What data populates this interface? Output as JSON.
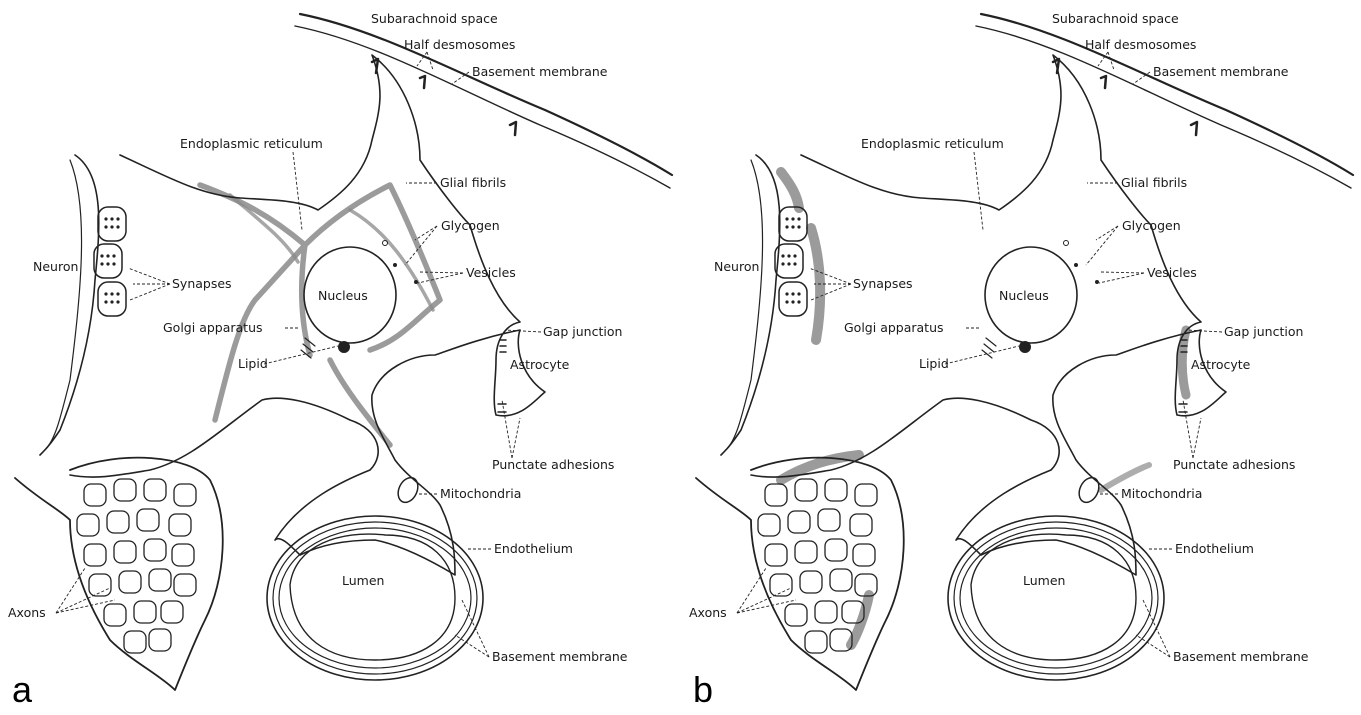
{
  "panels": [
    {
      "letter": "a",
      "labels": {
        "subarachnoid": "Subarachnoid space",
        "half_desmosomes": "Half desmosomes",
        "basement_top": "Basement membrane",
        "er": "Endoplasmic reticulum",
        "glial_fibrils": "Glial fibrils",
        "glycogen": "Glycogen",
        "vesicles": "Vesicles",
        "neuron": "Neuron",
        "synapses": "Synapses",
        "nucleus": "Nucleus",
        "golgi": "Golgi apparatus",
        "gap_junction": "Gap junction",
        "lipid": "Lipid",
        "astrocyte": "Astrocyte",
        "punctate": "Punctate adhesions",
        "mitochondria": "Mitochondria",
        "endothelium": "Endothelium",
        "lumen": "Lumen",
        "axons": "Axons",
        "basement_bottom": "Basement membrane"
      }
    },
    {
      "letter": "b",
      "labels": {
        "subarachnoid": "Subarachnoid space",
        "half_desmosomes": "Half desmosomes",
        "basement_top": "Basement membrane",
        "er": "Endoplasmic reticulum",
        "glial_fibrils": "Glial fibrils",
        "glycogen": "Glycogen",
        "vesicles": "Vesicles",
        "neuron": "Neuron",
        "synapses": "Synapses",
        "nucleus": "Nucleus",
        "golgi": "Golgi apparatus",
        "gap_junction": "Gap junction",
        "lipid": "Lipid",
        "astrocyte": "Astrocyte",
        "punctate": "Punctate adhesions",
        "mitochondria": "Mitochondria",
        "endothelium": "Endothelium",
        "lumen": "Lumen",
        "axons": "Axons",
        "basement_bottom": "Basement membrane"
      }
    }
  ],
  "colors": {
    "line": "#222222",
    "highlight": "#8a8a8a"
  }
}
